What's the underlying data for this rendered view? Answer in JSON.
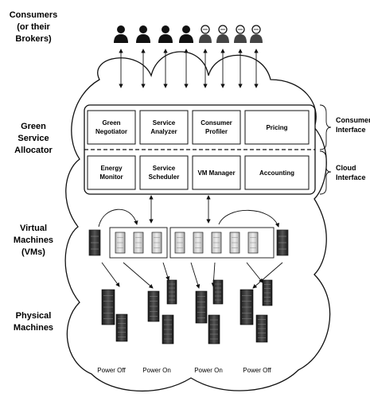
{
  "left_labels": {
    "consumers": [
      "Consumers",
      "(or their",
      "Brokers)"
    ],
    "allocator": [
      "Green",
      "Service",
      "Allocator"
    ],
    "virtual": [
      "Virtual",
      "Machines",
      "(VMs)"
    ],
    "physical": [
      "Physical",
      "Machines"
    ]
  },
  "right_labels": {
    "consumer_interface": [
      "Consumer",
      "Interface"
    ],
    "cloud_interface": [
      "Cloud",
      "Interface"
    ]
  },
  "top_modules": [
    [
      "Green",
      "Negotiator"
    ],
    [
      "Service",
      "Analyzer"
    ],
    [
      "Consumer",
      "Profiler"
    ],
    [
      "Pricing"
    ]
  ],
  "bottom_modules": [
    [
      "Energy",
      "Monitor"
    ],
    [
      "Service",
      "Scheduler"
    ],
    [
      "VM Manager"
    ],
    [
      "Accounting"
    ]
  ],
  "power_states": [
    "Power Off",
    "Power On",
    "Power On",
    "Power Off"
  ],
  "consumer_icons": [
    "user-icon",
    "user-icon",
    "user-icon",
    "user-icon",
    "broker-icon",
    "broker-icon",
    "broker-icon",
    "broker-icon"
  ]
}
